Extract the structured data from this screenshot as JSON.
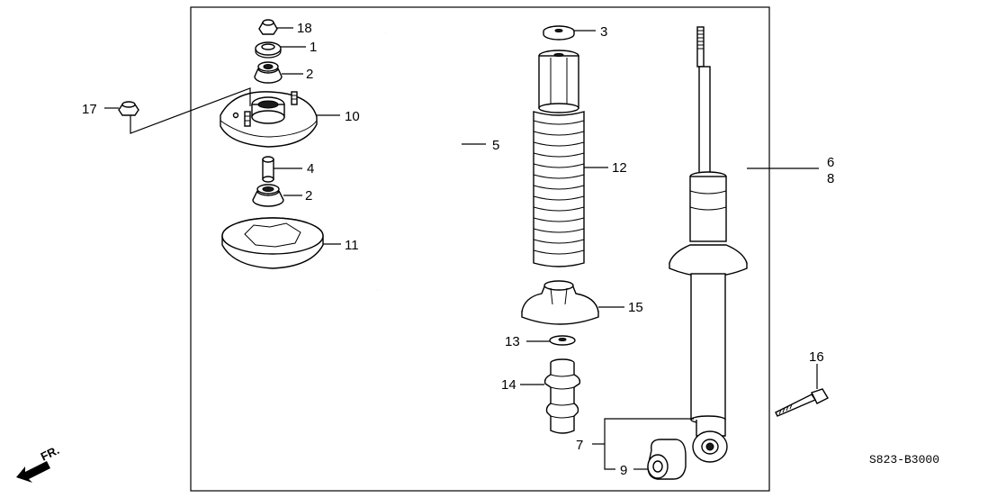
{
  "diagram": {
    "code": "S823-B3000",
    "fr_arrow_label": "FR.",
    "callouts": {
      "c1": "1",
      "c2a": "2",
      "c2b": "2",
      "c3": "3",
      "c4": "4",
      "c5": "5",
      "c6": "6",
      "c7": "7",
      "c8": "8",
      "c9": "9",
      "c10": "10",
      "c11": "11",
      "c12": "12",
      "c13": "13",
      "c14": "14",
      "c15": "15",
      "c16": "16",
      "c17": "17",
      "c18": "18"
    }
  }
}
